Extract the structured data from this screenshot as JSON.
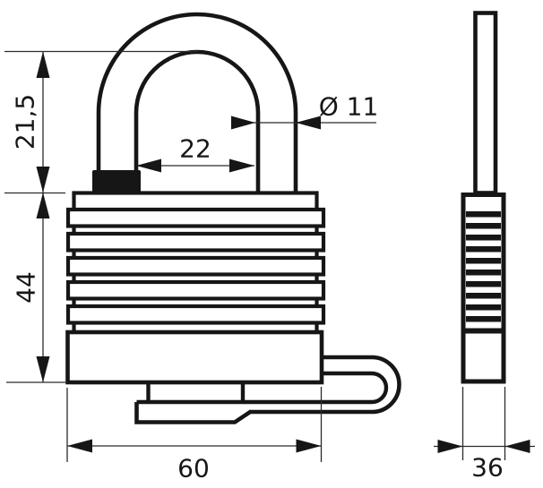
{
  "drawing": {
    "title": "padlock-technical-drawing",
    "colors": {
      "line": "#161616",
      "background": "#ffffff",
      "thin_line": "#2b2b2b"
    },
    "views": {
      "front": "front-view",
      "side": "side-view"
    },
    "dimensions": {
      "shackle_height": "21,5",
      "body_height": "44",
      "shackle_inner_width": "22",
      "shackle_diameter": "Ø 11",
      "body_width": "60",
      "body_depth": "36"
    }
  }
}
